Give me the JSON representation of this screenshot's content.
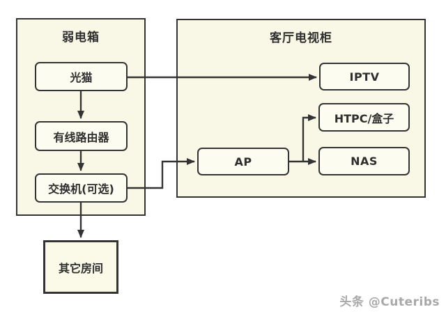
{
  "diagram": {
    "containers": {
      "weak_box": {
        "title": "弱电箱"
      },
      "tv_cabinet": {
        "title": "客厅电视柜"
      }
    },
    "nodes": {
      "modem": {
        "label": "光猫"
      },
      "router": {
        "label": "有线路由器"
      },
      "switch": {
        "label": "交换机(可选)"
      },
      "iptv": {
        "label": "IPTV"
      },
      "htpc": {
        "label": "HTPC/盒子"
      },
      "nas": {
        "label": "NAS"
      },
      "ap": {
        "label": "AP"
      },
      "other_room": {
        "label": "其它房间"
      }
    },
    "edges": [
      {
        "from": "光猫",
        "to": "有线路由器"
      },
      {
        "from": "有线路由器",
        "to": "交换机(可选)"
      },
      {
        "from": "交换机(可选)",
        "to": "其它房间"
      },
      {
        "from": "光猫",
        "to": "IPTV"
      },
      {
        "from": "交换机(可选)",
        "to": "AP"
      },
      {
        "from": "AP",
        "to": "HTPC/盒子"
      },
      {
        "from": "AP",
        "to": "NAS"
      }
    ],
    "colors": {
      "container_fill": "#f9f8e6",
      "node_fill": "#fdfcf0",
      "border": "#333333",
      "text": "#2e2e2e",
      "watermark": "#a8a8a8"
    }
  },
  "watermark": {
    "text": "头条 @Cuteribs"
  }
}
